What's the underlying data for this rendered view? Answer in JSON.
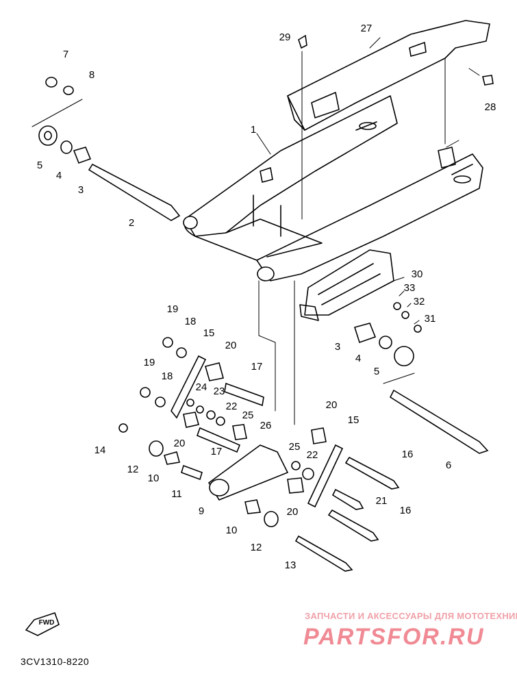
{
  "diagram": {
    "part_code": "3CV1310-8220",
    "fwd_label": "FWD",
    "watermark_top": "ЗАПЧАСТИ И АКСЕССУАРЫ ДЛЯ МОТОТЕХНИКИ",
    "watermark_brand": "PARTSFOR.RU",
    "callouts": [
      "7",
      "8",
      "5",
      "4",
      "3",
      "2",
      "1",
      "29",
      "27",
      "28",
      "30",
      "33",
      "32",
      "31",
      "3",
      "4",
      "5",
      "6",
      "19",
      "18",
      "15",
      "20",
      "19",
      "18",
      "17",
      "24",
      "23",
      "22",
      "25",
      "26",
      "14",
      "20",
      "17",
      "12",
      "10",
      "11",
      "9",
      "20",
      "15",
      "25",
      "22",
      "16",
      "21",
      "20",
      "16",
      "10",
      "12",
      "13"
    ]
  }
}
